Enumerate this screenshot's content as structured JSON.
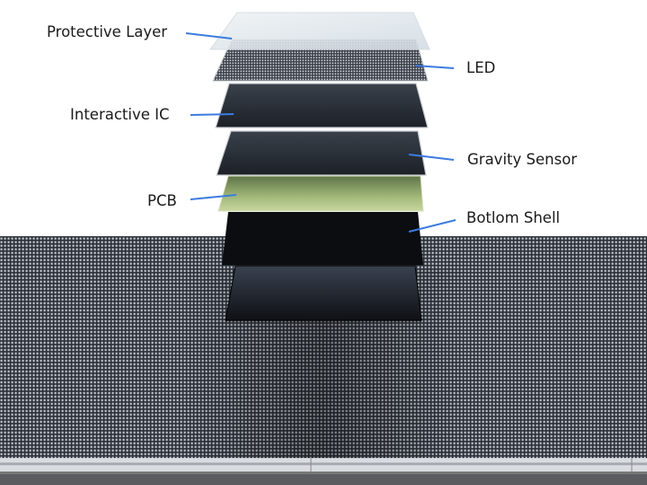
{
  "labels": {
    "protective_layer": "Protective Layer",
    "led": "LED",
    "interactive_ic": "Interactive IC",
    "gravity_sensor": "Gravity Sensor",
    "pcb": "PCB",
    "bottom_shell": "Botlom Shell"
  },
  "colors": {
    "leader_line": "#3b7be0",
    "pcb": "#8ea868",
    "layer_dark": "#2a3038",
    "shell": "#0c0d10"
  }
}
